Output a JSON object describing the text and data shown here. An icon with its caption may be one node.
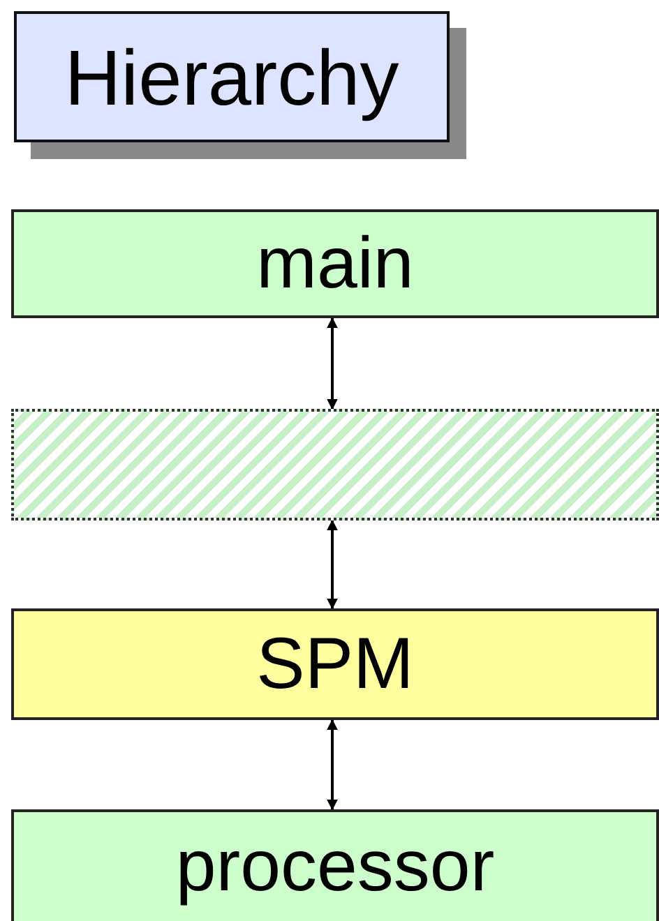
{
  "diagram": {
    "title": "Hierarchy",
    "nodes": [
      {
        "text": [
          "main"
        ]
      },
      {
        "text": [],
        "shape": "box"
      },
      {
        "text": [
          "SPM"
        ]
      },
      {
        "text": [
          "processor"
        ]
      }
    ],
    "edges": [
      {
        "from": 0,
        "to": 1,
        "arrow": "both"
      },
      {
        "from": 1,
        "to": 2,
        "arrow": "both"
      },
      {
        "from": 2,
        "to": 3,
        "arrow": "both"
      }
    ]
  }
}
